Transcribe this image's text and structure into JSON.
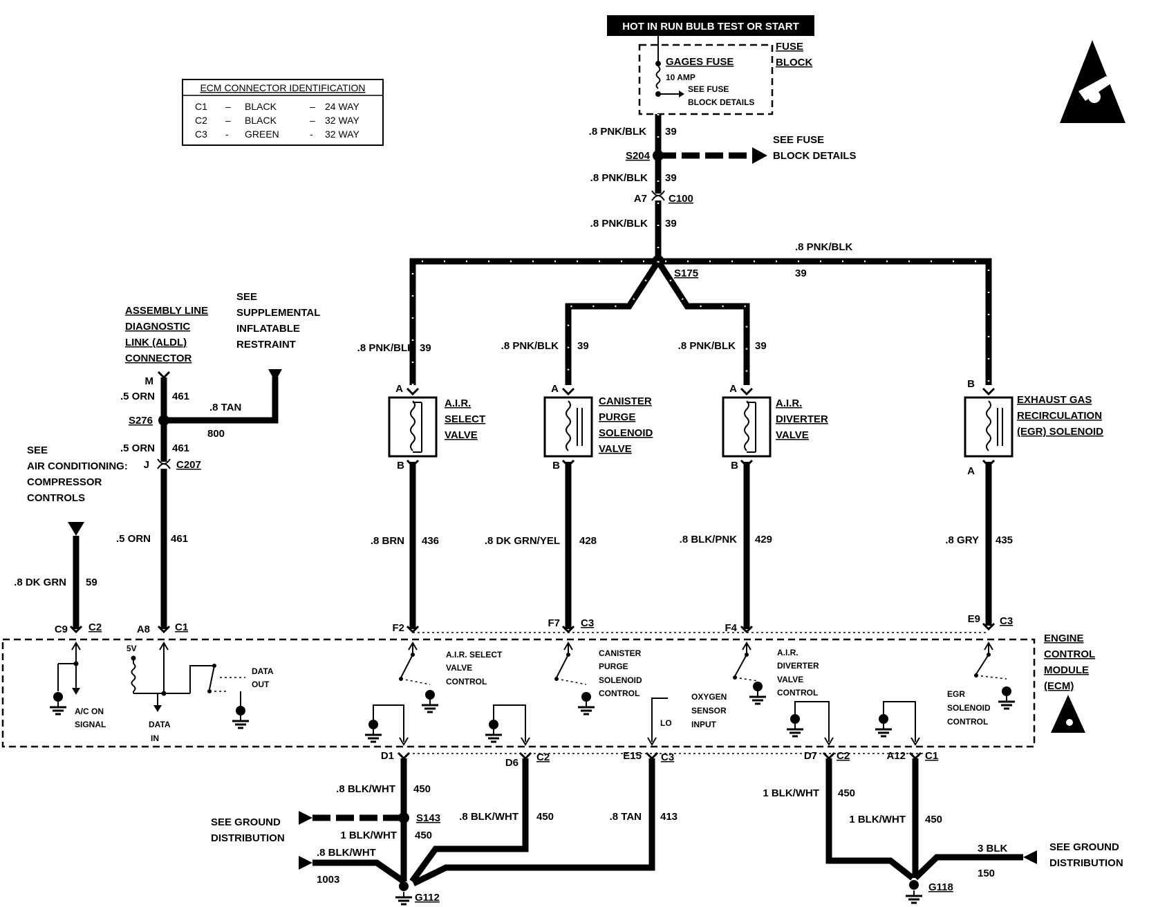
{
  "hot_bar": "HOT IN RUN  BULB TEST OR START",
  "fuse_block": {
    "label1": "FUSE",
    "label2": "BLOCK",
    "gages_fuse": "GAGES FUSE",
    "amp": "10 AMP",
    "see1": "SEE FUSE",
    "see2": "BLOCK DETAILS"
  },
  "ecm_table": {
    "title": "ECM CONNECTOR IDENTIFICATION",
    "rows": [
      {
        "c": "C1",
        "color": "BLACK",
        "way": "24 WAY"
      },
      {
        "c": "C2",
        "color": "BLACK",
        "way": "32 WAY"
      },
      {
        "c": "C3",
        "color": "GREEN",
        "way": "32 WAY"
      }
    ]
  },
  "top": {
    "w1": ".8 PNK/BLK",
    "c1": "39",
    "s204": "S204",
    "see_fuse1": "SEE FUSE",
    "see_fuse2": "BLOCK DETAILS",
    "w2": ".8 PNK/BLK",
    "c2": "39",
    "a7": "A7",
    "c100": "C100",
    "w3": ".8 PNK/BLK",
    "c3": "39",
    "s175": "S175",
    "right_w": ".8 PNK/BLK",
    "right_c": "39"
  },
  "aldl": {
    "l1": "ASSEMBLY LINE",
    "l2": "DIAGNOSTIC",
    "l3": "LINK (ALDL)",
    "l4": "CONNECTOR",
    "m": "M",
    "w1": ".5 ORN",
    "c1": "461",
    "s276": "S276",
    "tan": ".8 TAN",
    "tan_c": "800",
    "w2": ".5 ORN",
    "c2": "461",
    "j": "J",
    "c207": "C207",
    "w3": ".5 ORN",
    "c3": "461",
    "a8": "A8",
    "con": "C1"
  },
  "sir": {
    "l1": "SEE",
    "l2": "SUPPLEMENTAL",
    "l3": "INFLATABLE",
    "l4": "RESTRAINT"
  },
  "ac": {
    "l1": "SEE",
    "l2": "AIR CONDITIONING:",
    "l3": "COMPRESSOR",
    "l4": "CONTROLS",
    "w": ".8 DK GRN",
    "c": "59",
    "pin": "C9",
    "con": "C2"
  },
  "devices": [
    {
      "top_w": ".8 PNK/BLK",
      "top_c": "39",
      "top_pin": "A",
      "n1": "A.I.R.",
      "n2": "SELECT",
      "n3": "VALVE",
      "n4": "",
      "bot_pin": "B",
      "bot_w": ".8 BRN",
      "bot_c": "436",
      "ecm_pin": "F2",
      "ecm_con": ""
    },
    {
      "top_w": ".8 PNK/BLK",
      "top_c": "39",
      "top_pin": "A",
      "n1": "CANISTER",
      "n2": "PURGE",
      "n3": "SOLENOID",
      "n4": "VALVE",
      "bot_pin": "B",
      "bot_w": ".8 DK GRN/YEL",
      "bot_c": "428",
      "ecm_pin": "F7",
      "ecm_con": "C3"
    },
    {
      "top_w": ".8 PNK/BLK",
      "top_c": "39",
      "top_pin": "A",
      "n1": "A.I.R.",
      "n2": "DIVERTER",
      "n3": "VALVE",
      "n4": "",
      "bot_pin": "B",
      "bot_w": ".8 BLK/PNK",
      "bot_c": "429",
      "ecm_pin": "F4",
      "ecm_con": ""
    },
    {
      "top_w": "",
      "top_c": "",
      "top_pin": "B",
      "n1": "EXHAUST GAS",
      "n2": "RECIRCULATION",
      "n3": "(EGR) SOLENOID",
      "n4": "",
      "bot_pin": "A",
      "bot_w": ".8 GRY",
      "bot_c": "435",
      "ecm_pin": "E9",
      "ecm_con": "C3"
    }
  ],
  "ecm": {
    "l1": "ENGINE",
    "l2": "CONTROL",
    "l3": "MODULE",
    "l4": "(ECM)",
    "ac_on1": "A/C ON",
    "ac_on2": "SIGNAL",
    "five_v": "5V",
    "data_in1": "DATA",
    "data_in2": "IN",
    "data_out1": "DATA",
    "data_out2": "OUT",
    "air_sel1": "A.I.R. SELECT",
    "air_sel2": "VALVE",
    "air_sel3": "CONTROL",
    "can1": "CANISTER",
    "can2": "PURGE",
    "can3": "SOLENOID",
    "can4": "CONTROL",
    "o2_1": "OXYGEN",
    "o2_2": "SENSOR",
    "o2_3": "INPUT",
    "lo": "LO",
    "div1": "A.I.R.",
    "div2": "DIVERTER",
    "div3": "VALVE",
    "div4": "CONTROL",
    "egr1": "EGR",
    "egr2": "SOLENOID",
    "egr3": "CONTROL"
  },
  "bottom": {
    "d1": "D1",
    "d6": "D6",
    "d6_con": "C2",
    "e15": "E15",
    "e15_con": "C3",
    "d7": "D7",
    "d7_con": "C2",
    "a12": "A12",
    "a12_con": "C1",
    "w_d1": ".8 BLK/WHT",
    "c_d1": "450",
    "s143": "S143",
    "see_gnd1": "SEE GROUND",
    "see_gnd2": "DISTRIBUTION",
    "w_1blk": "1 BLK/WHT",
    "c_1blk": "450",
    "w_1003": ".8 BLK/WHT",
    "c_1003": "1003",
    "w_d6": ".8 BLK/WHT",
    "c_d6": "450",
    "w_e15": ".8 TAN",
    "c_e15": "413",
    "g112": "G112",
    "w_d7": "1 BLK/WHT",
    "c_d7": "450",
    "w_a12": "1 BLK/WHT",
    "c_a12": "450",
    "w_3blk": "3 BLK",
    "c_3blk": "150",
    "see_gnd3": "SEE GROUND",
    "see_gnd4": "DISTRIBUTION",
    "g118": "G118"
  }
}
